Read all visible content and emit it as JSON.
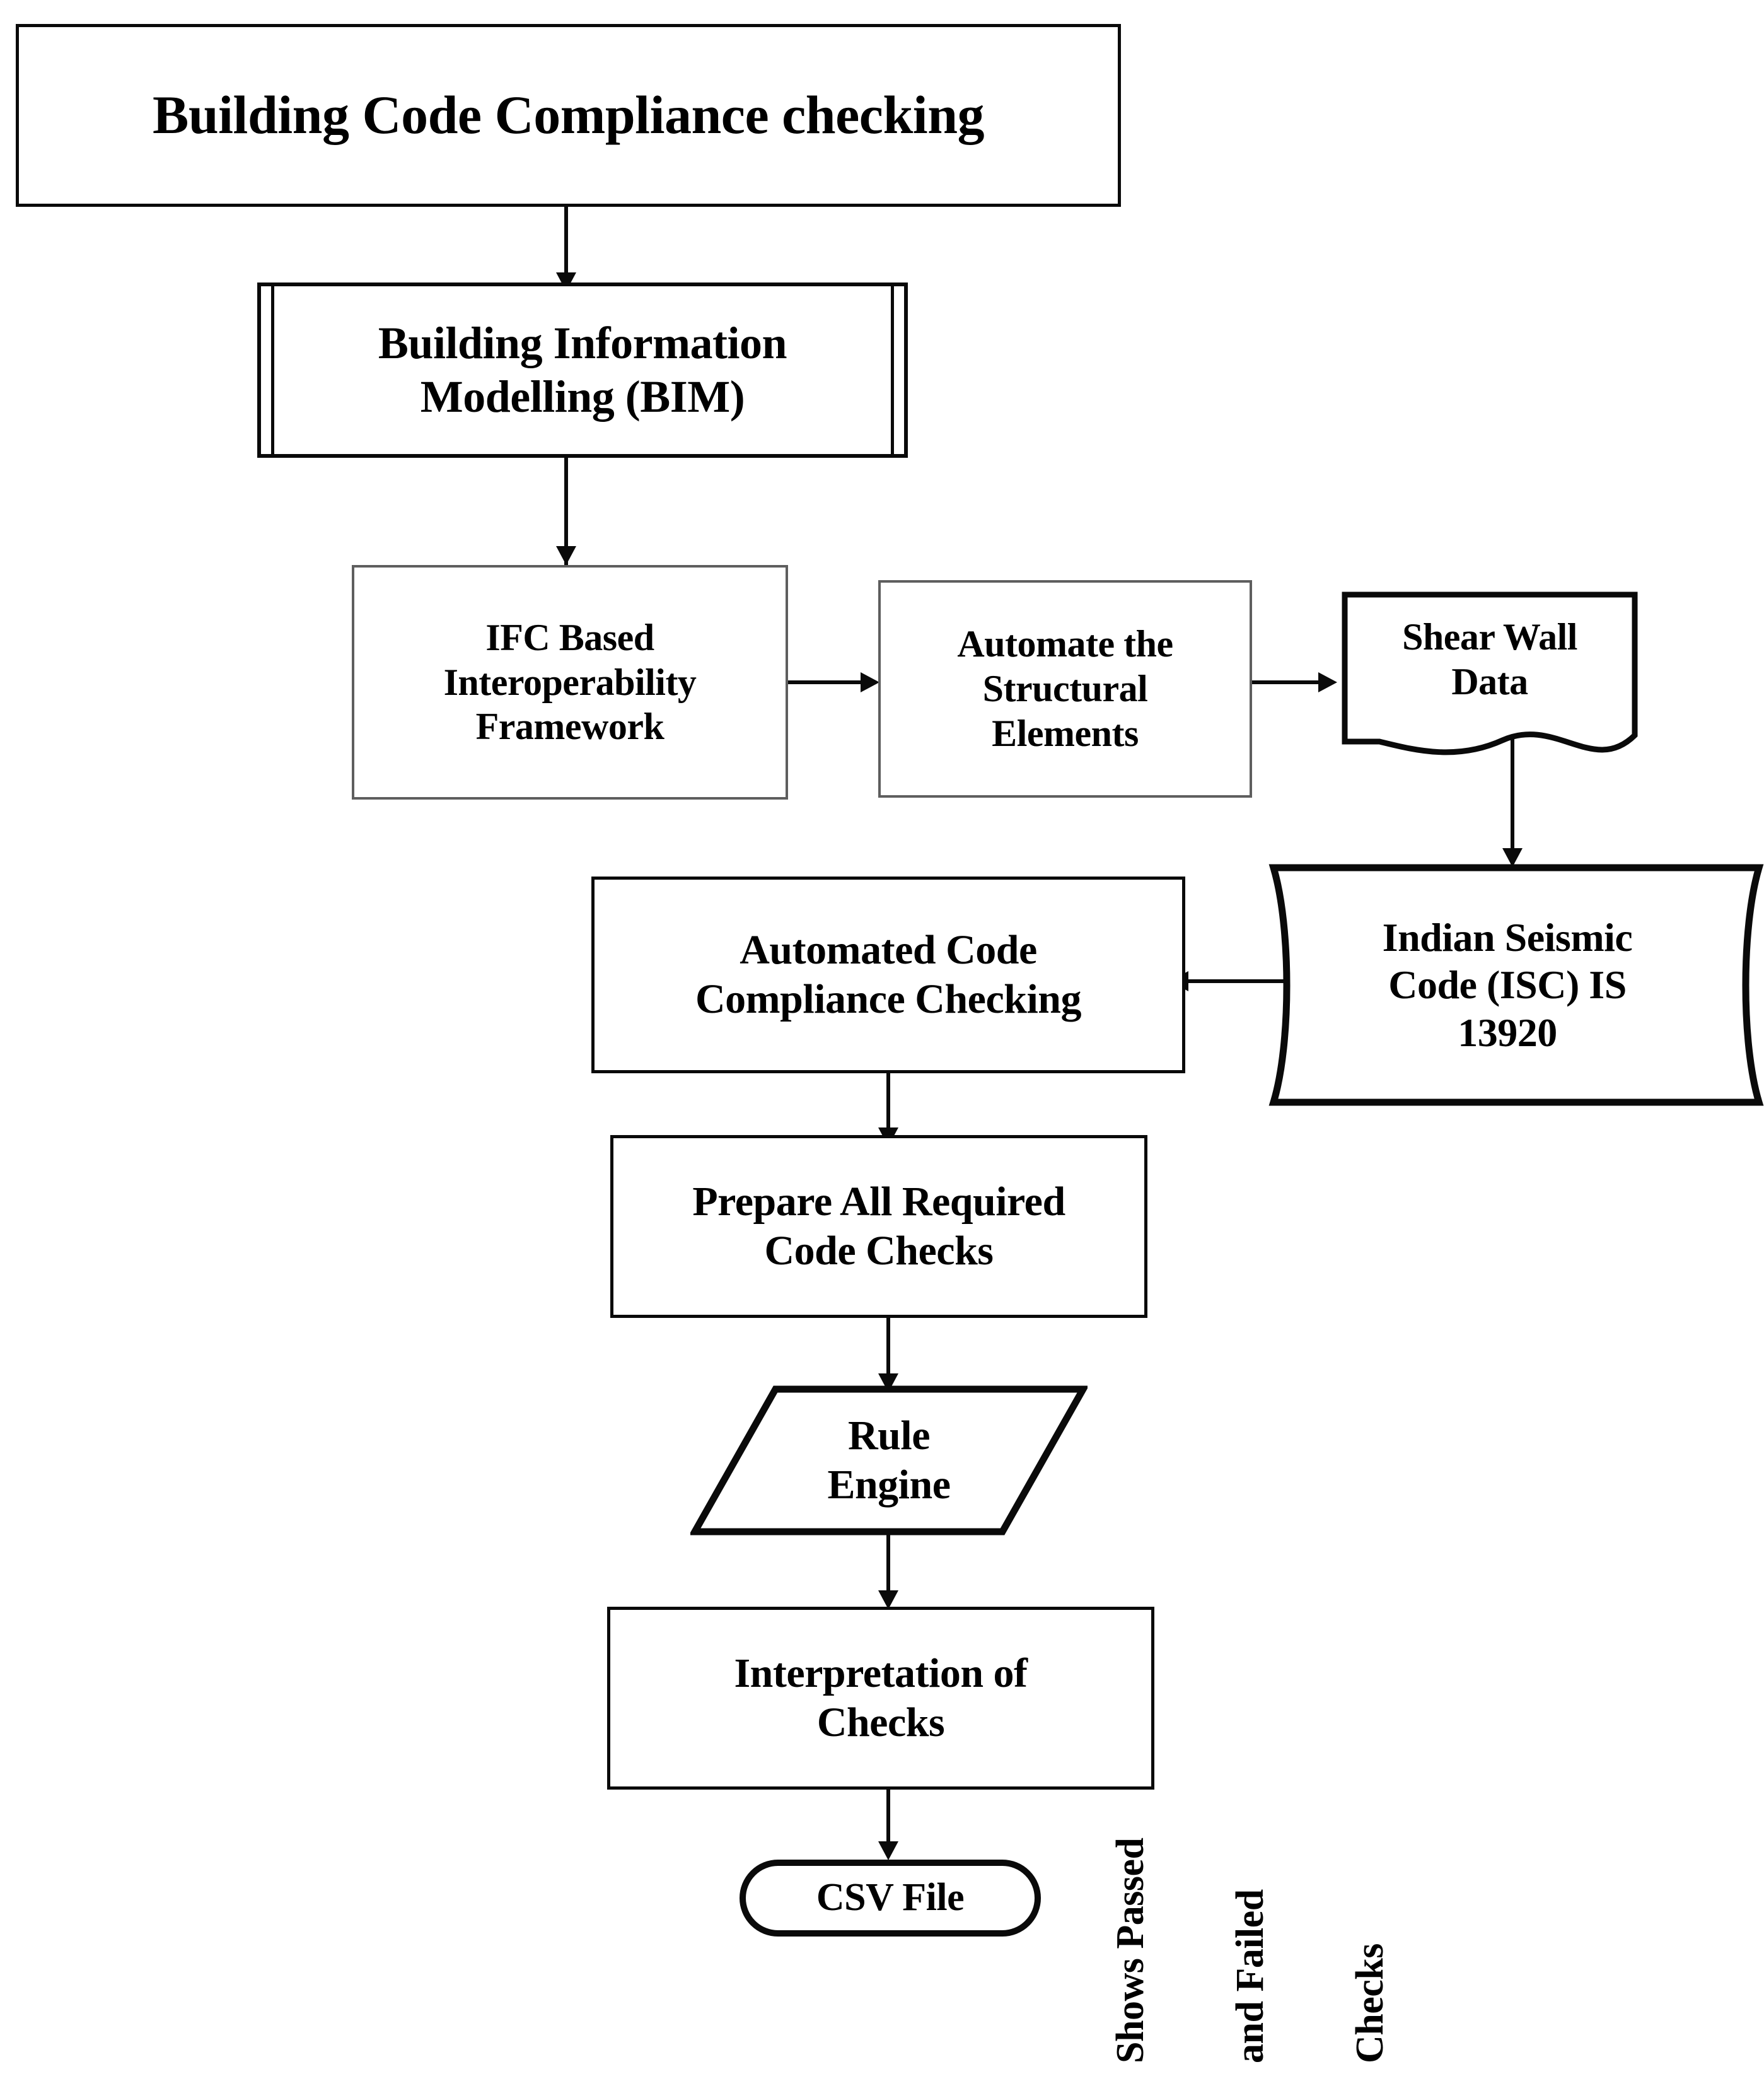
{
  "diagram": {
    "title": "Building Code Compliance checking",
    "type": "flowchart",
    "orientation": "top-to-bottom"
  },
  "nodes": {
    "title_box": {
      "label": "Building Code Compliance checking",
      "shape": "rectangle"
    },
    "bim": {
      "label": "Building Information\nModelling (BIM)",
      "shape": "predefined-process"
    },
    "ifc": {
      "label": "IFC Based\nInteroperability\nFramework",
      "shape": "rectangle"
    },
    "automate": {
      "label": "Automate the\nStructural\nElements",
      "shape": "rectangle"
    },
    "shear_wall": {
      "label": "Shear Wall\nData",
      "shape": "document"
    },
    "isc": {
      "label": "Indian Seismic\nCode (ISC) IS\n13920",
      "shape": "stored-data"
    },
    "auto_check": {
      "label": "Automated Code\nCompliance Checking",
      "shape": "rectangle"
    },
    "prepare_checks": {
      "label": "Prepare All Required\nCode Checks",
      "shape": "rectangle"
    },
    "rule_engine": {
      "label": "Rule\nEngine",
      "shape": "parallelogram"
    },
    "interpretation": {
      "label": "Interpretation of\nChecks",
      "shape": "rectangle"
    },
    "csv_file": {
      "label": "CSV File",
      "shape": "stadium"
    }
  },
  "annotations": {
    "csv_note": {
      "full_text": "Shows Passed and Failed Checks",
      "lines": [
        "Shows Passed",
        "and Failed",
        "Checks"
      ],
      "rotation_deg": -90
    }
  },
  "colors": {
    "stroke": "#0a0a0a",
    "stroke_light": "#5e5e5e",
    "fill": "#ffffff",
    "text": "#000000"
  }
}
